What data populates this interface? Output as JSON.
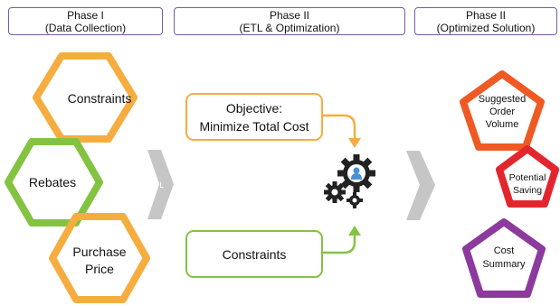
{
  "phases": [
    {
      "title": "Phase I",
      "subtitle": "(Data Collection)"
    },
    {
      "title": "Phase II",
      "subtitle": "(ETL & Optimization)"
    },
    {
      "title": "Phase II",
      "subtitle": "(Optimized Solution)"
    }
  ],
  "inputs": {
    "constraints": "Constraints",
    "rebates": "Rebates",
    "purchase_price": [
      "Purchase",
      "Price"
    ]
  },
  "etl_label": "ETL",
  "objective": [
    "Objective:",
    "Minimize Total Cost"
  ],
  "constraints_box": "Constraints",
  "outputs": {
    "suggested_order_volume": [
      "Suggested",
      "Order",
      "Volume"
    ],
    "potential_saving": [
      "Potential",
      "Saving"
    ],
    "cost_summary": [
      "Cost",
      "Summary"
    ]
  },
  "colors": {
    "orange": "#f6ad3f",
    "green": "#84c341",
    "gray_arrow": "#c6c6c6",
    "phase_border": "#7b5aa6",
    "red_orange": "#ef5a24",
    "red": "#e3262e",
    "purple": "#8c3a9c",
    "gear": "#222222",
    "person": "#4a90d9"
  }
}
